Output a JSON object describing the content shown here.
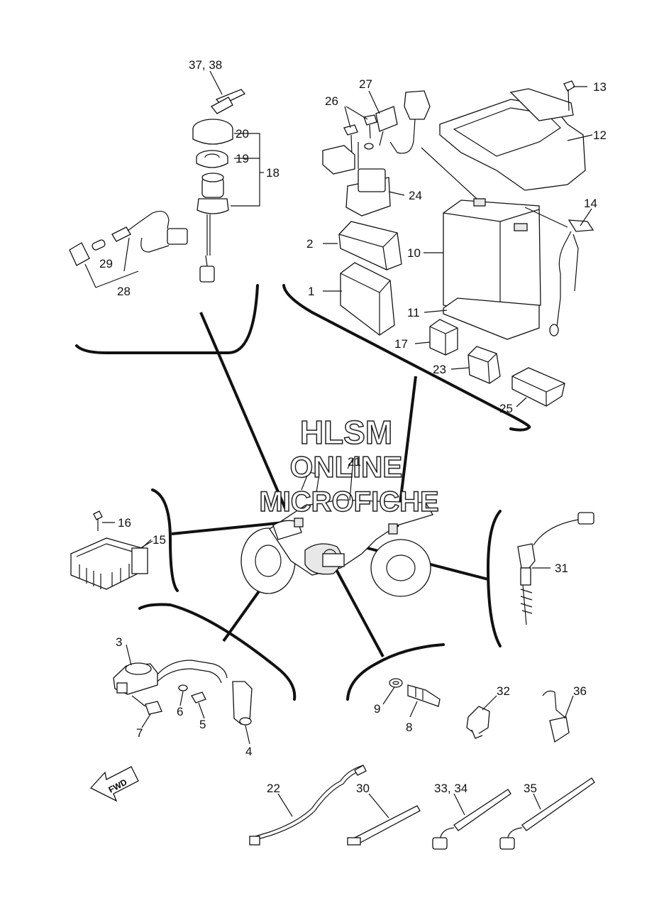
{
  "watermark": {
    "line1": "HLSM",
    "line2": "ONLINE",
    "line3": "MICROFICHE"
  },
  "fwd_label": "FWD",
  "callouts": {
    "c1": "1",
    "c2": "2",
    "c3": "3",
    "c4": "4",
    "c5": "5",
    "c6": "6",
    "c7": "7",
    "c8": "8",
    "c9": "9",
    "c10": "10",
    "c11": "11",
    "c12": "12",
    "c13": "13",
    "c14": "14",
    "c15": "15",
    "c16": "16",
    "c17": "17",
    "c18": "18",
    "c19": "19",
    "c20": "20",
    "c21": "21",
    "c22": "22",
    "c23": "23",
    "c24": "24",
    "c25": "25",
    "c26": "26",
    "c27": "27",
    "c28": "28",
    "c29": "29",
    "c30": "30",
    "c31": "31",
    "c32": "32",
    "c33_34": "33, 34",
    "c35": "35",
    "c36": "36",
    "c37_38": "37, 38"
  }
}
